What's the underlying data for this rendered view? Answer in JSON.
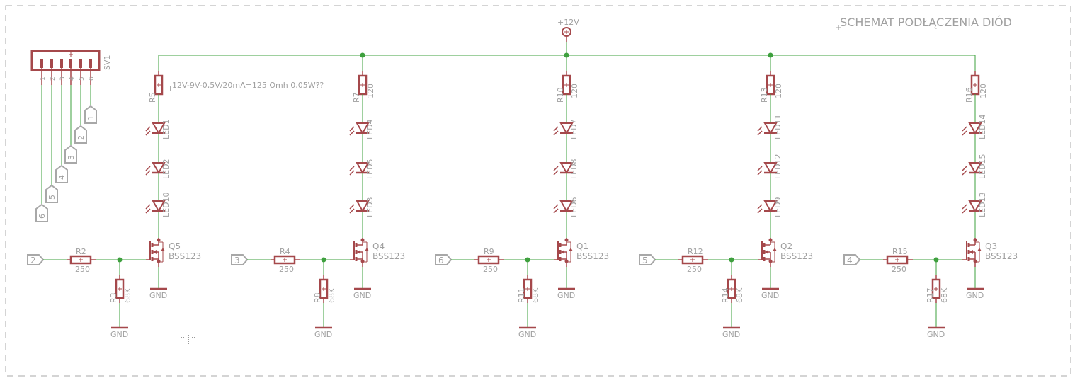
{
  "title": "SCHEMAT PODŁĄCZENIA DIÓD",
  "power": {
    "label": "+12V"
  },
  "colors": {
    "part": "#a5484b",
    "wire": "#3ea03e",
    "text": "#a0a0a0",
    "frame": "#a8a8a8"
  },
  "connector": {
    "name": "SV1",
    "pins": [
      "1",
      "2",
      "3",
      "4",
      "5",
      "6"
    ]
  },
  "annotation": "12V-9V-0,5V/20mA=125 Omh 0,05W??",
  "ground_label": "GND",
  "channels": [
    {
      "resistor": "R5",
      "resistor_value": "",
      "leds": [
        "LED1",
        "LED2",
        "LED10"
      ],
      "mosfet": "Q5",
      "mosfet_type": "BSS123",
      "gate_resistor": "R2",
      "gate_value": "250",
      "pulldown": "R3",
      "pulldown_value": "68K",
      "input": "2"
    },
    {
      "resistor": "R7",
      "resistor_value": "120",
      "leds": [
        "LED4",
        "LED5",
        "LED3"
      ],
      "mosfet": "Q4",
      "mosfet_type": "BSS123",
      "gate_resistor": "R4",
      "gate_value": "250",
      "pulldown": "R8",
      "pulldown_value": "68K",
      "input": "3"
    },
    {
      "resistor": "R10",
      "resistor_value": "120",
      "leds": [
        "LED7",
        "LED8",
        "LED6"
      ],
      "mosfet": "Q1",
      "mosfet_type": "BSS123",
      "gate_resistor": "R9",
      "gate_value": "250",
      "pulldown": "R11",
      "pulldown_value": "68K",
      "input": "6"
    },
    {
      "resistor": "R13",
      "resistor_value": "120",
      "leds": [
        "LED11",
        "LED12",
        "LED9"
      ],
      "mosfet": "Q2",
      "mosfet_type": "BSS123",
      "gate_resistor": "R12",
      "gate_value": "250",
      "pulldown": "R14",
      "pulldown_value": "68K",
      "input": "5"
    },
    {
      "resistor": "R16",
      "resistor_value": "120",
      "leds": [
        "LED14",
        "LED15",
        "LED13"
      ],
      "mosfet": "Q3",
      "mosfet_type": "BSS123",
      "gate_resistor": "R15",
      "gate_value": "250",
      "pulldown": "R17",
      "pulldown_value": "68K",
      "input": "4"
    }
  ]
}
